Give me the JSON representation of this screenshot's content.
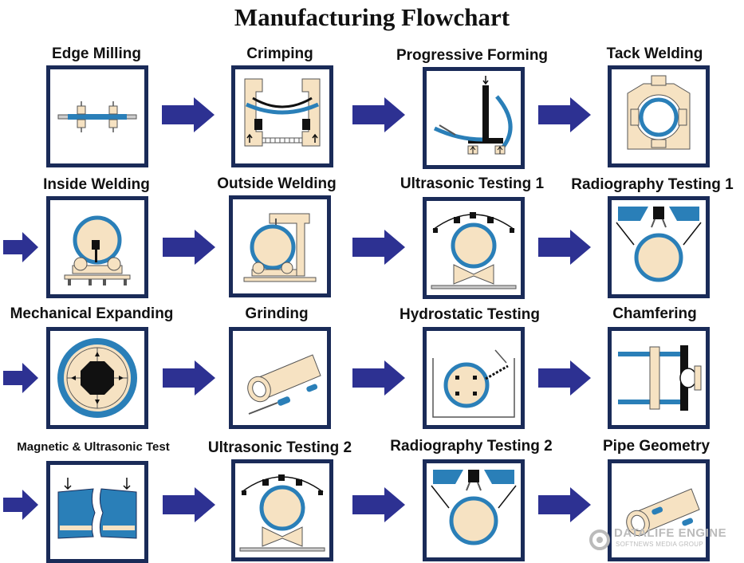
{
  "title": "Manufacturing Flowchart",
  "colors": {
    "frame": "#1a2b58",
    "arrow": "#2d3192",
    "pipe": "#2a7fb8",
    "tan": "#f6e2c2"
  },
  "steps": [
    {
      "label": "Edge Milling",
      "icon": "edge-milling-icon"
    },
    {
      "label": "Crimping",
      "icon": "crimping-icon"
    },
    {
      "label": "Progressive Forming",
      "icon": "progressive-forming-icon"
    },
    {
      "label": "Tack Welding",
      "icon": "tack-welding-icon"
    },
    {
      "label": "Inside Welding",
      "icon": "inside-welding-icon"
    },
    {
      "label": "Outside Welding",
      "icon": "outside-welding-icon"
    },
    {
      "label": "Ultrasonic Testing 1",
      "icon": "ultrasonic-testing-icon"
    },
    {
      "label": "Radiography Testing 1",
      "icon": "radiography-testing-icon"
    },
    {
      "label": "Mechanical Expanding",
      "icon": "mechanical-expanding-icon"
    },
    {
      "label": "Grinding",
      "icon": "grinding-icon"
    },
    {
      "label": "Hydrostatic Testing",
      "icon": "hydrostatic-testing-icon"
    },
    {
      "label": "Chamfering",
      "icon": "chamfering-icon"
    },
    {
      "label": "Magnetic & Ultrasonic Test",
      "icon": "magnetic-ultrasonic-test-icon"
    },
    {
      "label": "Ultrasonic Testing 2",
      "icon": "ultrasonic-testing-icon"
    },
    {
      "label": "Radiography Testing 2",
      "icon": "radiography-testing-icon"
    },
    {
      "label": "Pipe Geometry",
      "icon": "pipe-geometry-icon"
    }
  ],
  "watermark": {
    "main": "DATALIFE ENGINE",
    "sub": "SOFTNEWS MEDIA GROUP"
  }
}
